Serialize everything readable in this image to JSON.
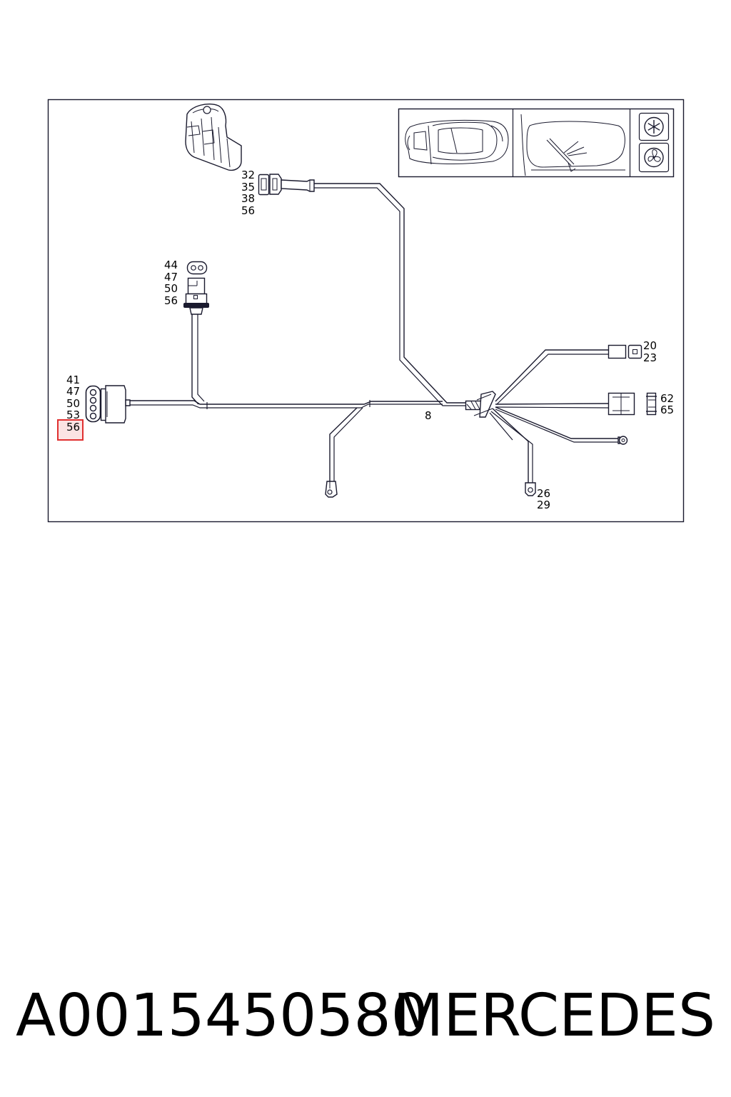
{
  "labels": {
    "top_connector": [
      "32",
      "35",
      "38",
      "56"
    ],
    "mid_connector": [
      "44",
      "47",
      "50",
      "56"
    ],
    "left_connector": [
      "41",
      "47",
      "50",
      "53"
    ],
    "left_connector_highlighted": "56",
    "trunk": "8",
    "right_top": [
      "20",
      "23"
    ],
    "right_mid": [
      "62",
      "65"
    ],
    "bottom_right": [
      "26",
      "29"
    ]
  },
  "highlight_color": "#e03030",
  "caption": {
    "part_number": "A0015450580",
    "brand": "MERCEDES"
  },
  "icons": [
    "car-top-view-icon",
    "windshield-washer-icon",
    "snowflake-icon",
    "fan-icon"
  ]
}
